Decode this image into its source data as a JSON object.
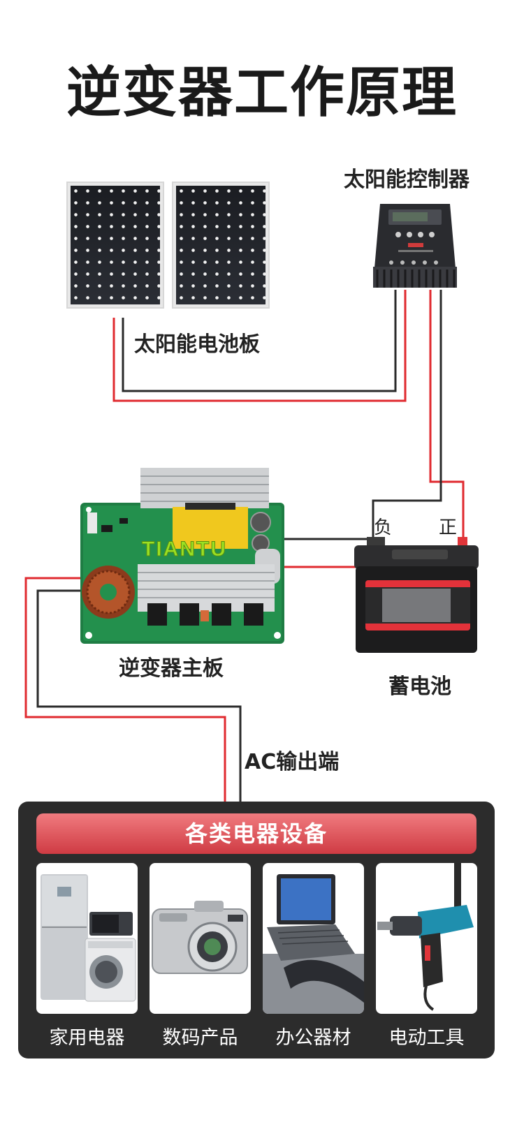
{
  "title": "逆变器工作原理",
  "components": {
    "solar_panel": "太阳能电池板",
    "controller": "太阳能控制器",
    "inverter": "逆变器主板",
    "battery": "蓄电池",
    "ac_output": "AC输出端"
  },
  "polarity": {
    "negative": "负",
    "positive": "正"
  },
  "inverter_brand": "TIANTU",
  "appliances": {
    "header": "各类电器设备",
    "items": [
      {
        "label": "家用电器",
        "icon": "home-appliances-icon"
      },
      {
        "label": "数码产品",
        "icon": "digital-camera-icon"
      },
      {
        "label": "办公器材",
        "icon": "laptop-icon"
      },
      {
        "label": "电动工具",
        "icon": "power-drill-icon"
      }
    ]
  },
  "colors": {
    "wire_positive": "#e02a2f",
    "wire_negative": "#2a2a2a",
    "panel_bg": "#2c2c2c",
    "header_gradient_top": "#f07b7f",
    "header_gradient_bottom": "#cf3b43"
  }
}
